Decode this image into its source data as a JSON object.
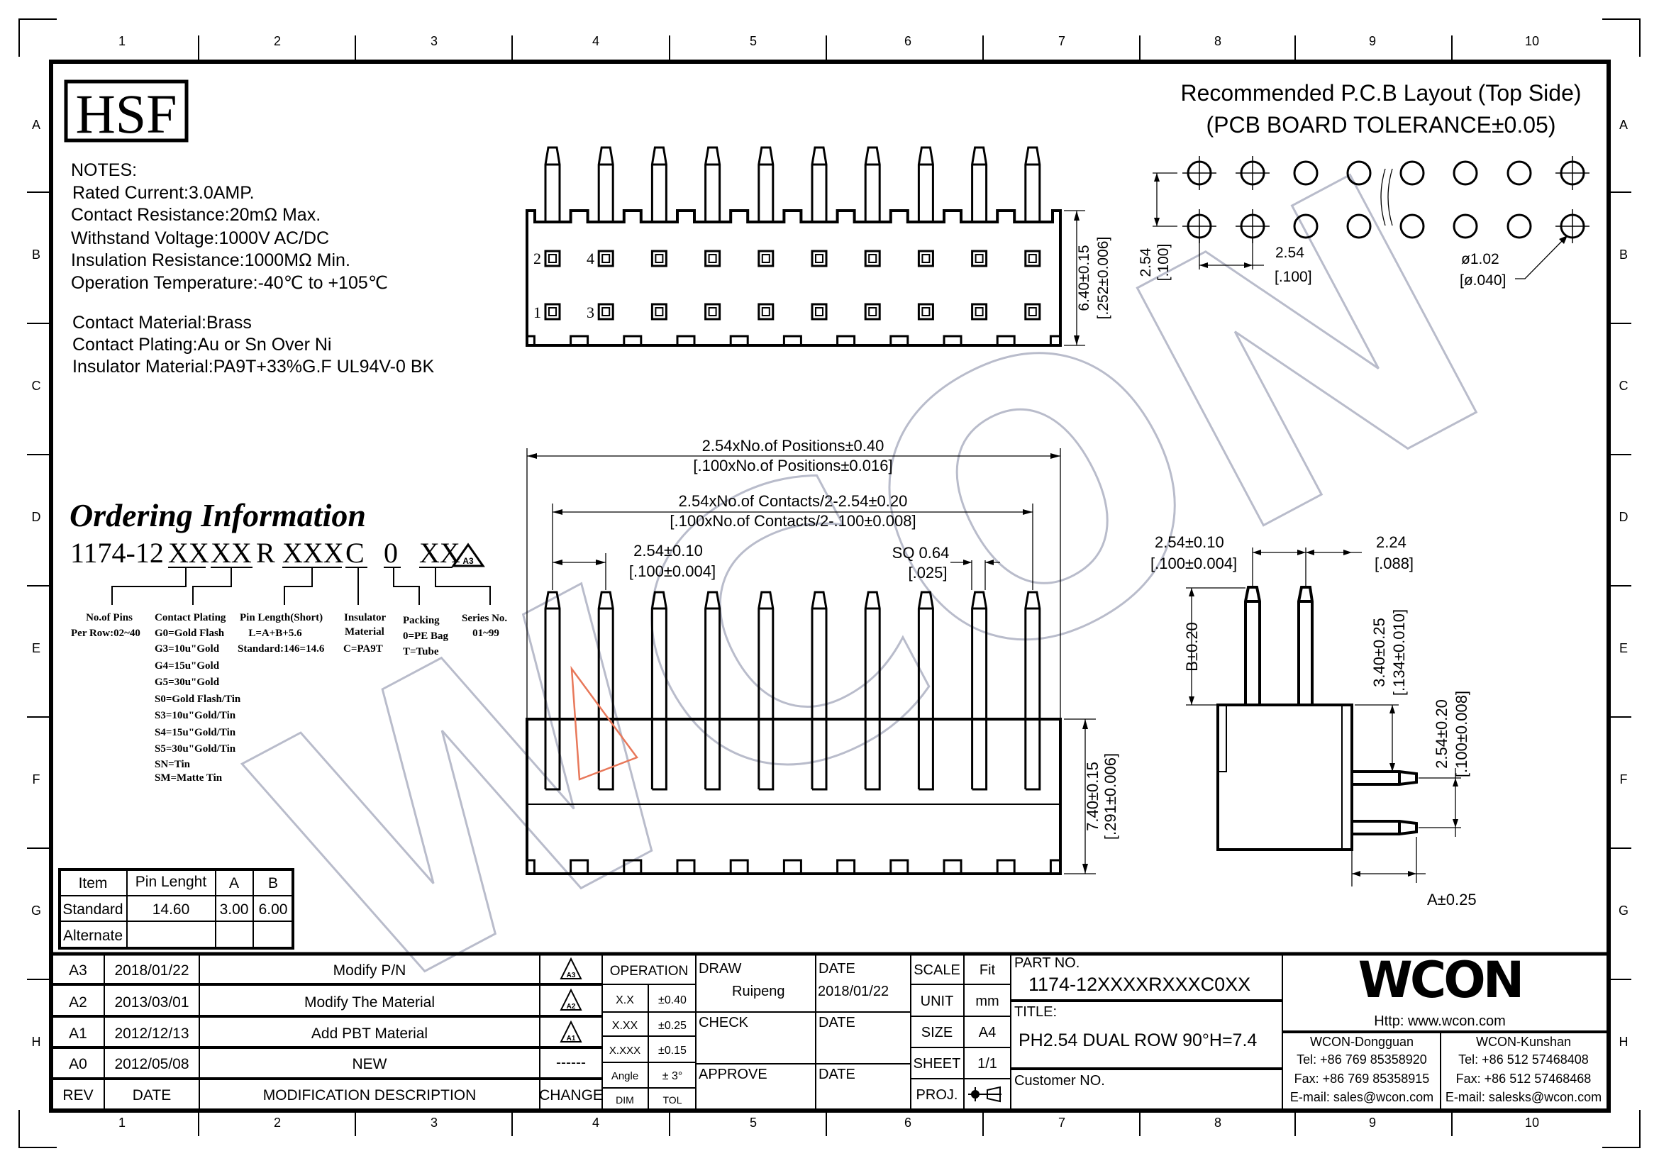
{
  "frame": {
    "columns": [
      "1",
      "2",
      "3",
      "4",
      "5",
      "6",
      "7",
      "8",
      "9",
      "10"
    ],
    "rows": [
      "A",
      "B",
      "C",
      "D",
      "E",
      "F",
      "G",
      "H"
    ]
  },
  "logo_hsf": "HSF",
  "watermark": "WCON",
  "notes": {
    "title": "NOTES:",
    "lines": [
      "Rated Current:3.0AMP.",
      "Contact Resistance:20mΩ Max.",
      "Withstand Voltage:1000V AC/DC",
      "Insulation Resistance:1000MΩ Min.",
      "Operation Temperature:-40℃ to +105℃",
      "Contact Material:Brass",
      "Contact Plating:Au or Sn Over Ni",
      "Insulator Material:PA9T+33%G.F UL94V-0 BK"
    ]
  },
  "pcb_layout": {
    "title": "Recommended P.C.B Layout (Top Side)",
    "tolerance": "(PCB BOARD TOLERANCE±0.05)",
    "row_pitch": "2.54",
    "row_pitch_in": "[.100]",
    "col_pitch": "2.54",
    "col_pitch_in": "[.100]",
    "hole_dia": "ø1.02",
    "hole_dia_in": "[ø.040]"
  },
  "top_view": {
    "pin_labels": [
      "2",
      "4",
      "1",
      "3"
    ],
    "height": "6.40±0.15",
    "height_in": "[.252±0.006]"
  },
  "front_view": {
    "overall": "2.54xNo.of Positions±0.40",
    "overall_in": "[.100xNo.of Positions±0.016]",
    "contacts": "2.54xNo.of Contacts/2-2.54±0.20",
    "contacts_in": "[.100xNo.of Contacts/2-.100±0.008]",
    "pitch": "2.54±0.10",
    "pitch_in": "[.100±0.004]",
    "sq": "SQ 0.64",
    "sq_in": "[.025]",
    "height": "7.40±0.15",
    "height_in": "[.291±0.006]"
  },
  "side_view": {
    "pitch": "2.54±0.10",
    "pitch_in": "[.100±0.004]",
    "offset": "2.24",
    "offset_in": "[.088]",
    "b_dim": "B±0.20",
    "pin_height": "3.40±0.25",
    "pin_height_in": "[.134±0.010]",
    "row_pitch": "2.54±0.20",
    "row_pitch_in": "[.100±0.008]",
    "a_dim": "A±0.25"
  },
  "ordering": {
    "title": "Ordering Information",
    "code": {
      "prefix": "1174-12",
      "f1": "XX",
      "f2": "XX",
      "r": "R",
      "f3": "XXX",
      "c": "C",
      "zero": "0",
      "f4": "XX",
      "rev": "A3"
    },
    "pins": {
      "label": "No.of Pins",
      "value": "Per Row:02~40"
    },
    "plating": {
      "label": "Contact Plating",
      "options": [
        "G0=Gold Flash",
        "G3=10u\"Gold",
        "G4=15u\"Gold",
        "G5=30u\"Gold",
        "S0=Gold Flash/Tin",
        "S3=10u\"Gold/Tin",
        "S4=15u\"Gold/Tin",
        "S5=30u\"Gold/Tin",
        "SN=Tin",
        "SM=Matte Tin"
      ]
    },
    "pin_length": {
      "label": "Pin Length(Short)",
      "formula": "L=A+B+5.6",
      "standard": "Standard:146=14.6"
    },
    "insulator": {
      "label1": "Insulator",
      "label2": "Material",
      "value": "C=PA9T"
    },
    "packing": {
      "label": "Packing",
      "options": [
        "0=PE Bag",
        "T=Tube"
      ]
    },
    "series": {
      "label": "Series No.",
      "value": "01~99"
    }
  },
  "pin_table": {
    "headers": [
      "Item",
      "Pin Lenght",
      "A",
      "B"
    ],
    "rows": [
      [
        "Standard",
        "14.60",
        "3.00",
        "6.00"
      ],
      [
        "Alternate",
        "",
        "",
        ""
      ]
    ]
  },
  "revisions": {
    "headers": {
      "rev": "REV",
      "date": "DATE",
      "desc": "MODIFICATION DESCRIPTION",
      "change": "CHANGE"
    },
    "rows": [
      {
        "rev": "A3",
        "date": "2018/01/22",
        "desc": "Modify P/N",
        "change": "A3"
      },
      {
        "rev": "A2",
        "date": "2013/03/01",
        "desc": "Modify The Material",
        "change": "A2"
      },
      {
        "rev": "A1",
        "date": "2012/12/13",
        "desc": "Add PBT Material",
        "change": "A1"
      },
      {
        "rev": "A0",
        "date": "2012/05/08",
        "desc": "NEW",
        "change": "------"
      }
    ]
  },
  "tolerances": {
    "header": "OPERATION",
    "rows": [
      [
        "X.X",
        "±0.40"
      ],
      [
        "X.XX",
        "±0.25"
      ],
      [
        "X.XXX",
        "±0.15"
      ],
      [
        "Angle",
        "± 3°"
      ]
    ],
    "dim": "DIM",
    "tol": "TOL"
  },
  "approvals": {
    "draw": "DRAW",
    "drawer": "Ruipeng",
    "date_label": "DATE",
    "draw_date": "2018/01/22",
    "check": "CHECK",
    "approve": "APPROVE"
  },
  "sheet_info": {
    "scale_label": "SCALE",
    "scale": "Fit",
    "unit_label": "UNIT",
    "unit": "mm",
    "size_label": "SIZE",
    "size": "A4",
    "sheet_label": "SHEET",
    "sheet": "1/1",
    "proj_label": "PROJ."
  },
  "part": {
    "part_no_label": "PART NO.",
    "part_no": "1174-12XXXXRXXXC0XX",
    "title_label": "TITLE:",
    "title": "PH2.54 DUAL ROW 90°H=7.4",
    "customer_label": "Customer NO."
  },
  "company": {
    "logo": "WCON",
    "url": "Http: www.wcon.com",
    "offices": [
      {
        "name": "WCON-Dongguan",
        "tel": "Tel: +86 769 85358920",
        "fax": "Fax: +86 769 85358915",
        "email": "E-mail: sales@wcon.com"
      },
      {
        "name": "WCON-Kunshan",
        "tel": "Tel: +86 512 57468408",
        "fax": "Fax: +86 512 57468468",
        "email": "E-mail: salesks@wcon.com"
      }
    ]
  },
  "colors": {
    "watermark": "#b9bccb",
    "marker": "#e8785a"
  }
}
